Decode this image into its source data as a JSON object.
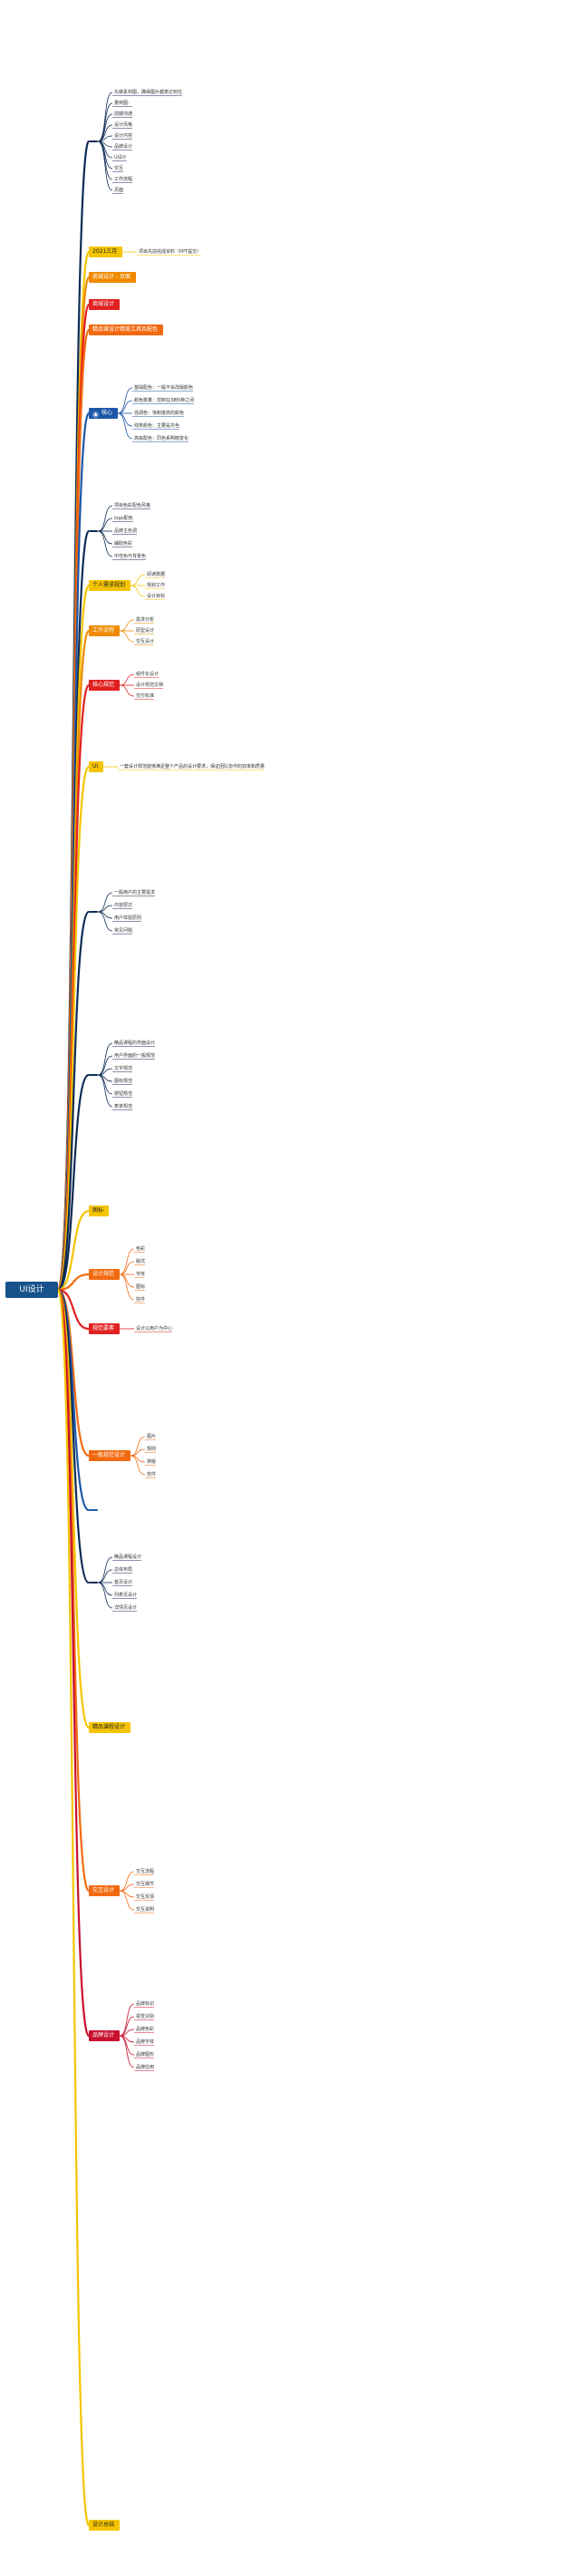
{
  "root": {
    "label": "UI设计"
  },
  "colors": {
    "root": "#17528a",
    "navy": "#0d2b55",
    "yellow": "#f5c400",
    "orange": "#f08a00",
    "deep_orange": "#f26a10",
    "red": "#e12020",
    "blue": "#1d57a8",
    "light_yellow": "#ffe680",
    "crimson": "#c8102e"
  },
  "branches": [
    {
      "label": "",
      "color": "#0d2b55",
      "text_color": "#0d2b55",
      "icon": "",
      "leaves": [
        "先做素材图，确保图片都表达到位",
        "量到图：",
        "前期沟通",
        "设计风格",
        "设计内容",
        "品牌设计",
        "U设计",
        "交互",
        "工作流程",
        "页面"
      ]
    },
    {
      "label": "2021三月",
      "color": "#f5c400",
      "text_color": "#222222",
      "icon": "",
      "leaves": [
        "项目先前完成资料（PPT提交）"
      ]
    },
    {
      "label": "商城设计 - 页面",
      "color": "#f08a00",
      "text_color": "#ffffff",
      "icon": "",
      "leaves": []
    },
    {
      "label": "商城设计",
      "color": "#e12020",
      "text_color": "#ffffff",
      "icon": "",
      "leaves": []
    },
    {
      "label": "精品课设计精美工具及配色",
      "color": "#f26a10",
      "text_color": "#ffffff",
      "icon": "",
      "leaves": []
    },
    {
      "label": "核心",
      "color": "#1d57a8",
      "text_color": "#ffffff",
      "icon": "▲",
      "leaves": [
        "基础配色：一般不会改版颜色",
        "颜色数量：控制在3到5种之间",
        "强调色：饱和度高的颜色",
        "线条颜色：主要是灰色",
        "高级配色：同色系明暗变化"
      ]
    },
    {
      "label": "",
      "color": "#0d2b55",
      "text_color": "#0d2b55",
      "icon": "",
      "leaves": [
        "项目色彩配色风格",
        "logo配色",
        "品牌主色调",
        "辅助色彩",
        "中性色与背景色"
      ]
    },
    {
      "label": "个人需求规划",
      "color": "#f5c400",
      "text_color": "#222222",
      "icon": "",
      "leaves": [
        "阅读数据",
        "规划工作",
        "设计目标"
      ]
    },
    {
      "label": "工作流程",
      "color": "#f08a00",
      "text_color": "#ffffff",
      "icon": "",
      "leaves": [
        "需求分析",
        "原型设计",
        "交互设计"
      ]
    },
    {
      "label": "核心规范",
      "color": "#e12020",
      "text_color": "#ffffff",
      "icon": "",
      "leaves": [
        "组件化设计",
        "设计规范文档",
        "交付标准"
      ]
    },
    {
      "label": "UI",
      "color": "#f5c400",
      "text_color": "#222222",
      "icon": "",
      "leaves": [
        "一套设计规范能够满足整个产品的设计要求，保证团队协作的效率和质量"
      ]
    },
    {
      "label": "",
      "color": "#0d2b55",
      "text_color": "#0d2b55",
      "icon": "",
      "leaves": [
        "一般用户的主要需求",
        "内容层次",
        "用户体验原则",
        "常见问题"
      ]
    },
    {
      "label": "",
      "color": "#0d2b55",
      "text_color": "#0d2b55",
      "icon": "",
      "leaves": [
        "精品课程的界面设计",
        "用户界面的一般规范",
        "文字规范",
        "图标规范",
        "按钮规范",
        "表单规范"
      ]
    },
    {
      "label": "图标",
      "color": "#f5c400",
      "text_color": "#222222",
      "icon": "",
      "leaves": []
    },
    {
      "label": "设计规范",
      "color": "#f26a10",
      "text_color": "#ffffff",
      "icon": "",
      "leaves": [
        "色彩",
        "版式",
        "字体",
        "图标",
        "控件"
      ]
    },
    {
      "label": "规范要素",
      "color": "#e12020",
      "text_color": "#ffffff",
      "icon": "",
      "leaves": [
        "设计以用户为中心"
      ]
    },
    {
      "label": "一般规范设计",
      "color": "#f26a10",
      "text_color": "#ffffff",
      "icon": "",
      "leaves": [
        "图片",
        "规则",
        "排版",
        "控件"
      ]
    },
    {
      "label": "",
      "color": "#1d57a8",
      "text_color": "#ffffff",
      "icon": "",
      "leaves": []
    },
    {
      "label": "",
      "color": "#0d2b55",
      "text_color": "#0d2b55",
      "icon": "",
      "leaves": [
        "精品课程设计",
        "总体布局",
        "首页设计",
        "列表页设计",
        "详情页设计"
      ]
    },
    {
      "label": "精品课程设计",
      "color": "#f5c400",
      "text_color": "#222222",
      "icon": "",
      "leaves": []
    },
    {
      "label": "交互设计",
      "color": "#f26a10",
      "text_color": "#ffffff",
      "icon": "",
      "leaves": [
        "交互流程",
        "交互细节",
        "交互反馈",
        "交互说明"
      ]
    },
    {
      "label": "品牌设计",
      "color": "#c8102e",
      "text_color": "#ffffff",
      "icon": "",
      "leaves": [
        "品牌标识",
        "视觉识别",
        "品牌色彩",
        "品牌字体",
        "品牌图形",
        "品牌应用"
      ]
    },
    {
      "label": "设计总结",
      "color": "#f5c400",
      "text_color": "#222222",
      "icon": "",
      "leaves": []
    }
  ]
}
